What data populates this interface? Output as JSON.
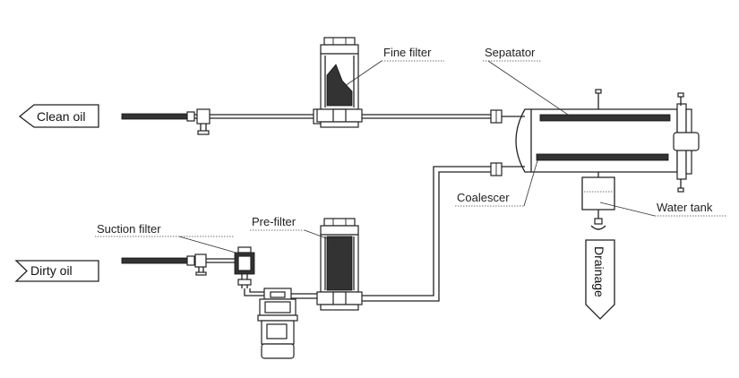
{
  "labels": {
    "clean_oil": "Clean oil",
    "dirty_oil": "Dirty oil",
    "drainage": "Drainage",
    "fine_filter": "Fine filter",
    "separator": "Sepatator",
    "coalescer": "Coalescer",
    "water_tank": "Water tank",
    "suction_filter": "Suction filter",
    "pre_filter": "Pre-filter"
  },
  "colors": {
    "line": "#222222",
    "element_fill": "#333333",
    "background": "#ffffff"
  }
}
